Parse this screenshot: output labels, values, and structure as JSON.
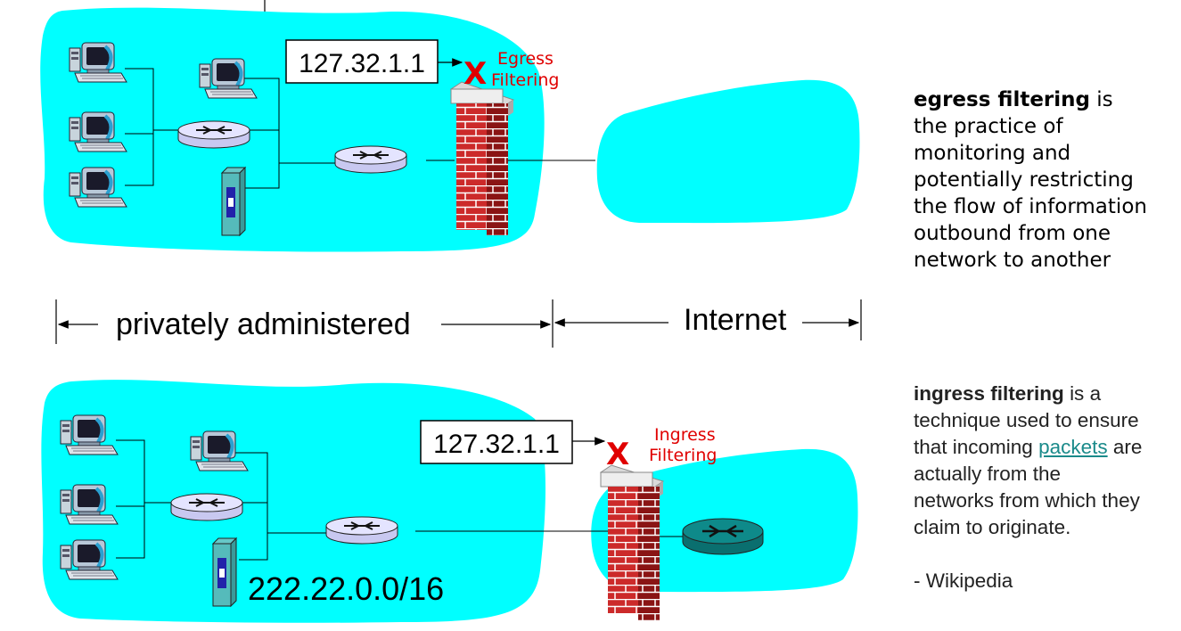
{
  "colors": {
    "cloud": "#00ffff",
    "router_fill": "#e4e4ff",
    "router_dark": "#0e8a8a",
    "brick": "#cc2a2a",
    "mortar": "#ffffff",
    "cap": "#d9d9d9",
    "red_text": "#e00000",
    "link": "#1a8a8a"
  },
  "top": {
    "ip_box": "127.32.1.1",
    "block_mark": "X",
    "filter_line1": "Egress",
    "filter_line2": "Filtering"
  },
  "middle": {
    "private_label": "privately administered",
    "internet_label": "Internet"
  },
  "bottom": {
    "ip_box": "127.32.1.1",
    "block_mark": "X",
    "filter_line1": "Ingress",
    "filter_line2": "Filtering",
    "subnet": "222.22.0.0/16"
  },
  "egress_text": {
    "term": "egress filtering",
    "lines": [
      "is",
      "the practice of",
      "monitoring and",
      "potentially restricting",
      "the flow of information",
      "outbound from one",
      "network to another"
    ]
  },
  "ingress_text": {
    "term": "ingress filtering",
    "after_term": "is a",
    "line2": "technique used to ensure",
    "line3_pre": "that incoming",
    "link": "packets",
    "line3_post": "are",
    "line4": "actually from the",
    "line5": "networks from which they",
    "line6": "claim to originate.",
    "attribution": "- Wikipedia"
  }
}
